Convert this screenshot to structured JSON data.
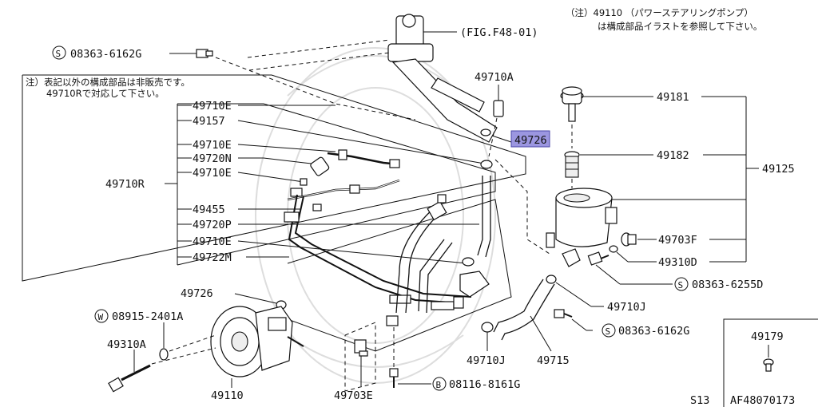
{
  "notes": {
    "top_right_line1": "（注）49110 （パワーステアリングポンプ）",
    "top_right_line2": "は構成部品イラストを参照して下さい。",
    "left_line1": "注）表記以外の構成部品は非販売です。",
    "left_line2": "49710Rで対応して下さい。"
  },
  "labels": {
    "fig_ref": "(FIG.F48-01)",
    "s_08363_6162G_top": "08363-6162G",
    "n49710A": "49710A",
    "n49710E_1": "49710E",
    "n49157": "49157",
    "n49710E_2": "49710E",
    "n49720N": "49720N",
    "n49710E_3": "49710E",
    "n49710R": "49710R",
    "n49455": "49455",
    "n49720P": "49720P",
    "n49710E_4": "49710E",
    "n49722M": "49722M",
    "n49726_hl": "49726",
    "n49726_left": "49726",
    "n49181": "49181",
    "n49182": "49182",
    "n49125": "49125",
    "n49703F": "49703F",
    "n49310D": "49310D",
    "s_08363_6255D": "08363-6255D",
    "n49710J_right": "49710J",
    "s_08363_6162G_right": "08363-6162G",
    "n49710J_bottom": "49710J",
    "n49715": "49715",
    "w_08915_2401A": "08915-2401A",
    "n49310A": "49310A",
    "n49110": "49110",
    "n49703E": "49703E",
    "b_08116_8161G": "08116-8161G",
    "n49179": "49179",
    "footer_s13": "S13",
    "footer_code": "AF48070173"
  },
  "circled_letters": {
    "s": "S",
    "w": "W",
    "b": "B"
  },
  "highlight_color": "#9b96e0"
}
